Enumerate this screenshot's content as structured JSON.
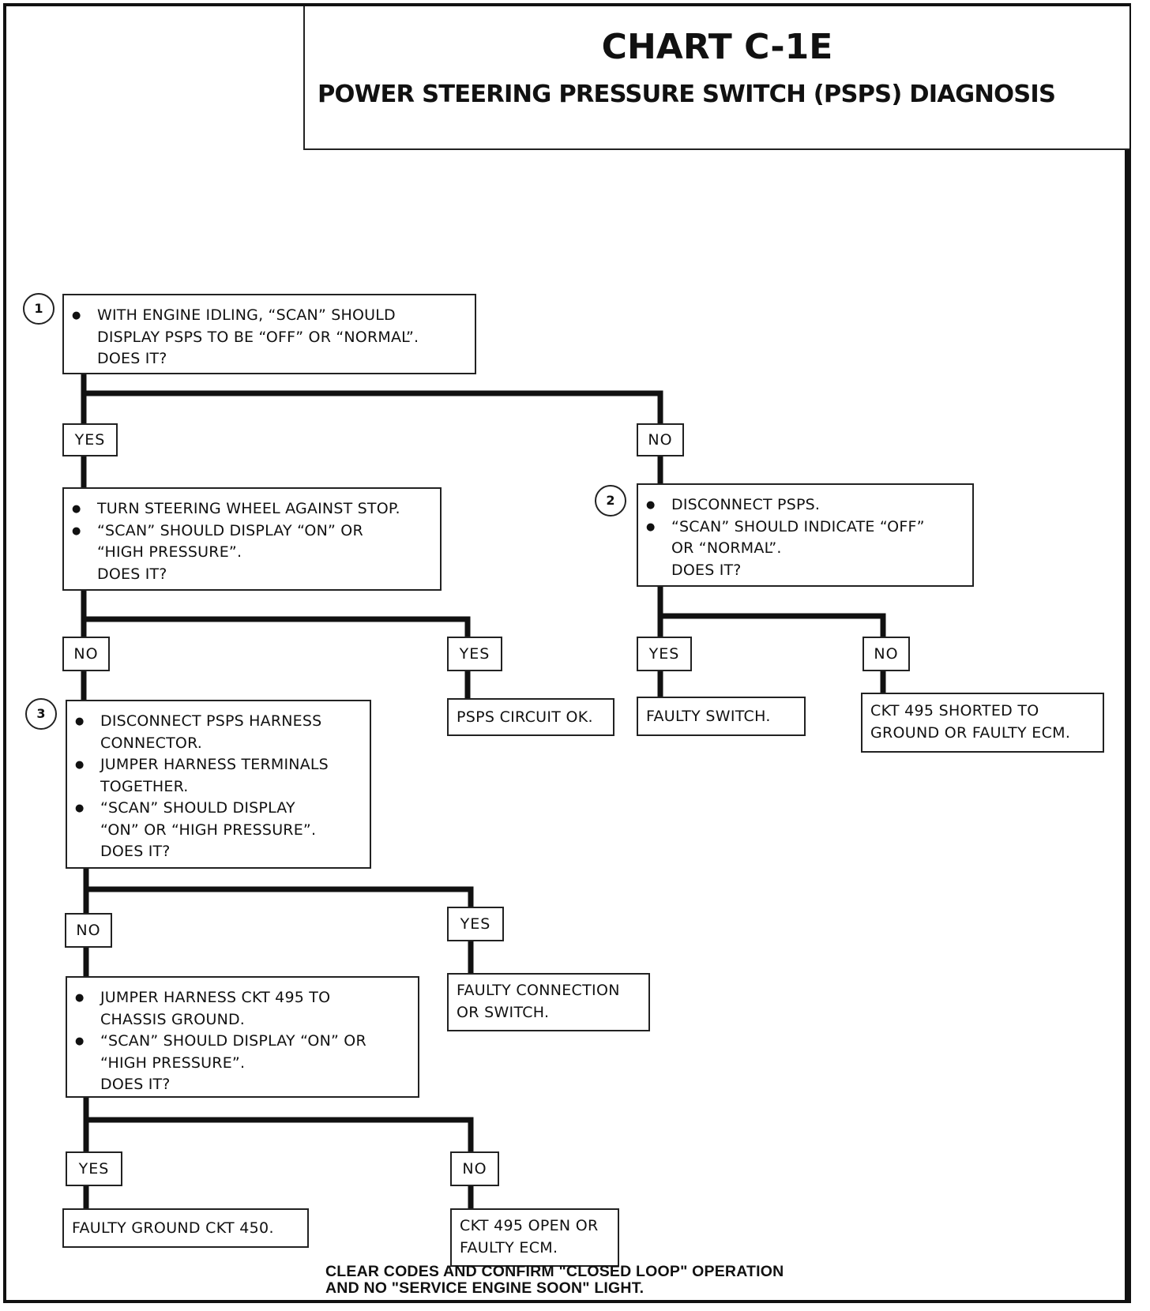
{
  "title": {
    "main": "CHART C-1E",
    "sub": "POWER STEERING PRESSURE SWITCH (PSPS) DIAGNOSIS"
  },
  "steps": {
    "s1": {
      "num": "1",
      "bullets": [
        "WITH ENGINE IDLING, “SCAN” SHOULD"
      ],
      "tail": [
        "DISPLAY PSPS TO BE “OFF”  OR “NORMAL”.",
        "DOES IT?"
      ]
    },
    "s1a": {
      "bullets": [
        "TURN STEERING WHEEL AGAINST STOP.",
        "“SCAN” SHOULD DISPLAY “ON” OR"
      ],
      "tail": [
        "“HIGH PRESSURE”.",
        "DOES IT?"
      ]
    },
    "s2": {
      "num": "2",
      "bullets": [
        "DISCONNECT PSPS.",
        "“SCAN” SHOULD INDICATE  “OFF”"
      ],
      "tail": [
        "OR “NORMAL”.",
        "DOES IT?"
      ]
    },
    "s3": {
      "num": "3",
      "items": [
        {
          "b": true,
          "t": "DISCONNECT PSPS  HARNESS"
        },
        {
          "b": false,
          "t": "CONNECTOR."
        },
        {
          "b": true,
          "t": "JUMPER HARNESS TERMINALS"
        },
        {
          "b": false,
          "t": "TOGETHER."
        },
        {
          "b": true,
          "t": "“SCAN” SHOULD DISPLAY"
        },
        {
          "b": false,
          "t": "“ON” OR “HIGH PRESSURE”."
        },
        {
          "b": false,
          "t": "DOES IT?"
        }
      ]
    },
    "s4": {
      "bullets": [
        "JUMPER HARNESS CKT 495 TO"
      ],
      "mid": [
        "CHASSIS GROUND."
      ],
      "bullets2": [
        "“SCAN” SHOULD DISPLAY “ON” OR"
      ],
      "tail": [
        "“HIGH PRESSURE”.",
        "DOES IT?"
      ]
    }
  },
  "labels": {
    "yes": "YES",
    "no": "NO"
  },
  "results": {
    "psps_ok": "PSPS CIRCUIT OK.",
    "faulty_switch": "FAULTY SWITCH.",
    "ckt495_short": [
      "CKT 495 SHORTED TO",
      "GROUND OR FAULTY ECM."
    ],
    "faulty_connection": [
      "FAULTY CONNECTION",
      "OR  SWITCH."
    ],
    "faulty_ground": "FAULTY GROUND CKT  450.",
    "ckt495_open": [
      "CKT 495 OPEN OR",
      "FAULTY ECM."
    ]
  },
  "footer": [
    "CLEAR CODES AND CONFIRM \"CLOSED LOOP\" OPERATION",
    "AND NO \"SERVICE ENGINE SOON\" LIGHT."
  ]
}
